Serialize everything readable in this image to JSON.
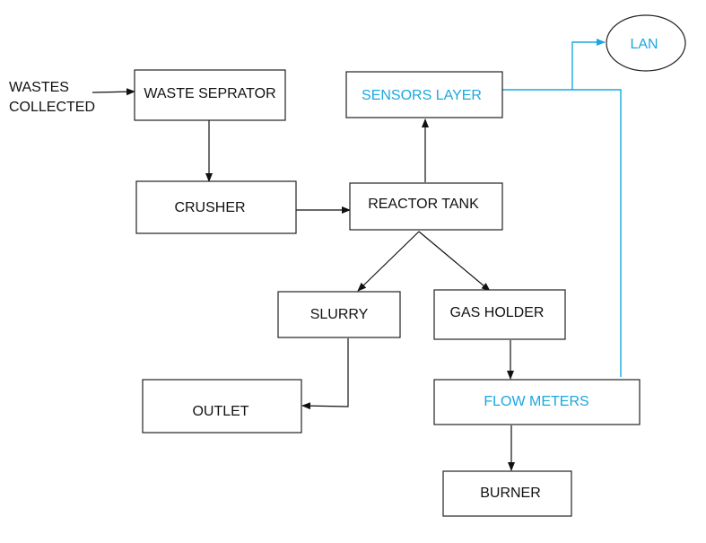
{
  "colors": {
    "text": "#111111",
    "accent": "#1aa7e0",
    "line": "#111111"
  },
  "input_label": {
    "line1": "WASTES",
    "line2": "COLLECTED"
  },
  "nodes": {
    "waste_separator": "WASTE SEPRATOR",
    "crusher": "CRUSHER",
    "reactor_tank": "REACTOR TANK",
    "sensors_layer": "SENSORS LAYER",
    "lan": "LAN",
    "slurry": "SLURRY",
    "gas_holder": "GAS HOLDER",
    "outlet": "OUTLET",
    "flow_meters": "FLOW METERS",
    "burner": "BURNER"
  }
}
